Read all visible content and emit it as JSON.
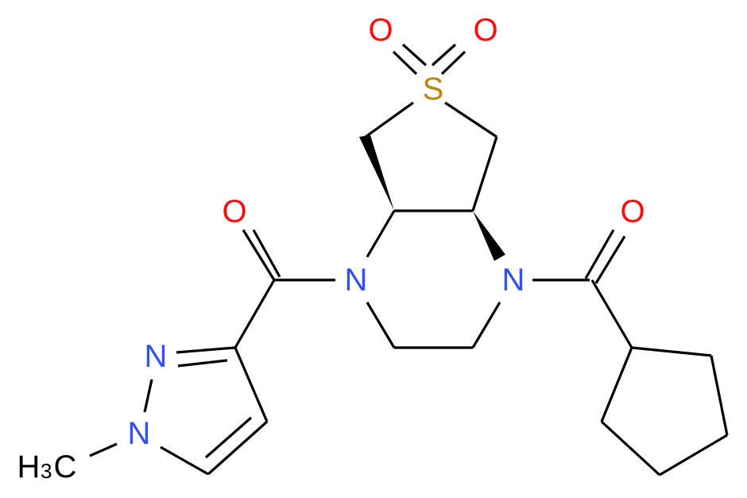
{
  "diagram": {
    "type": "chemical-structure",
    "description": "Hexahydro-thieno[3,4-b]pyrazine 6,6-dioxide bearing a cyclopentanecarbonyl and a 1-methyl-1H-pyrazole-3-carbonyl group",
    "colors": {
      "bond": "#000000",
      "oxygen": "#ff0d0d",
      "nitrogen": "#3050f8",
      "sulfur": "#b8860b",
      "carbon_label": "#000000"
    },
    "atoms": {
      "o_sulfone_left": "O",
      "o_sulfone_right": "O",
      "sulfur": "S",
      "n_left": "N",
      "n_right": "N",
      "o_carbonyl_left": "O",
      "o_carbonyl_right": "O",
      "n_pyrazole_2": "N",
      "n_pyrazole_1": "N",
      "methyl_h": "H",
      "methyl_sub": "3",
      "methyl_c": "C"
    }
  }
}
